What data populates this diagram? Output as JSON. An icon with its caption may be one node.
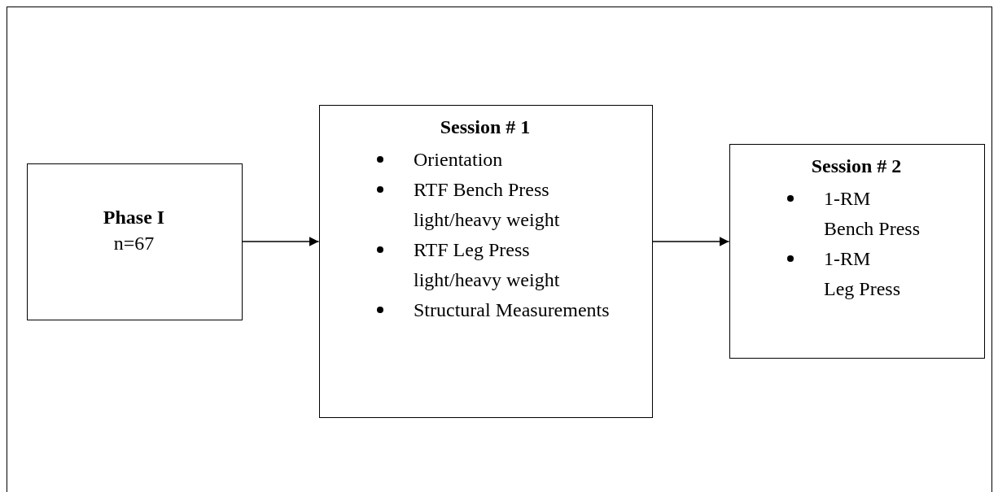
{
  "diagram": {
    "nodes": [
      {
        "text": [],
        "shape": "box"
      },
      {
        "text": [
          "Phase I",
          "n=67"
        ],
        "in": 0
      },
      {
        "text": [
          "Session # 1",
          "Orientation",
          "RTF Bench Press light/heavy weight",
          "RTF Leg Press light/heavy weight",
          "Structural Measurements"
        ],
        "in": 0
      },
      {
        "text": [
          "Session # 2",
          "1-RM Bench Press",
          "1-RM Leg Press"
        ],
        "in": 0
      }
    ],
    "edges": [
      {
        "from": 1,
        "to": 2,
        "arrow": "to"
      },
      {
        "from": 2,
        "to": 3,
        "arrow": "to"
      }
    ]
  }
}
